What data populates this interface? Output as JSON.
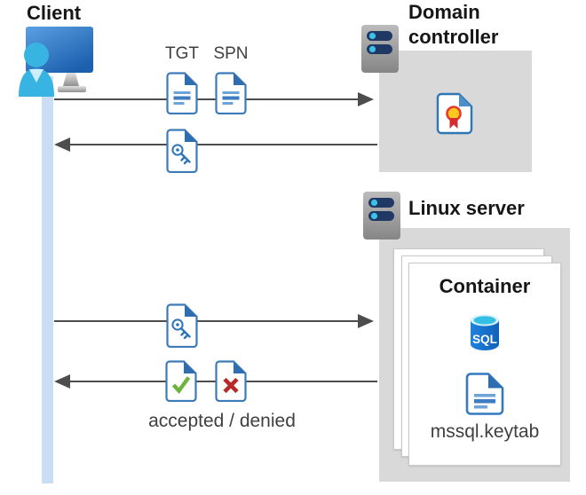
{
  "diagram": {
    "client": {
      "label": "Client"
    },
    "domain_controller": {
      "label": "Domain controller"
    },
    "linux_server": {
      "label": "Linux server"
    },
    "container": {
      "label": "Container"
    },
    "messages": {
      "tgt": "TGT",
      "spn": "SPN",
      "accepted_denied": "accepted / denied",
      "keytab_file": "mssql.keytab"
    },
    "sql_badge": "SQL",
    "icons": {
      "client": "client-workstation-icon",
      "server": "server-icon",
      "ticket_documents": "document-icon",
      "service_ticket": "key-document-icon",
      "certificate": "certificate-document-icon",
      "accepted": "check-document-icon",
      "denied": "cross-document-icon",
      "database": "sql-database-icon"
    },
    "colors": {
      "lifeline_blue": "#c9def5",
      "arrow_gray": "#4d4d4d",
      "box_gray": "#d9d9d9",
      "doc_border_blue": "#3d7ab8",
      "doc_fold_blue": "#2e6db0",
      "doc_line_blue": "#5b9bd5",
      "person_cyan": "#38b4e2",
      "server_bar_navy": "#1f3864",
      "server_dot_cyan": "#3fc0e8",
      "check_green": "#6cb53c",
      "cross_red": "#b82a2a",
      "sql_body_blue": "#1470cc",
      "sql_top_cyan": "#35bfe4",
      "rosette_yellow": "#ffc81e",
      "ribbon_red": "#d62a2e"
    }
  }
}
